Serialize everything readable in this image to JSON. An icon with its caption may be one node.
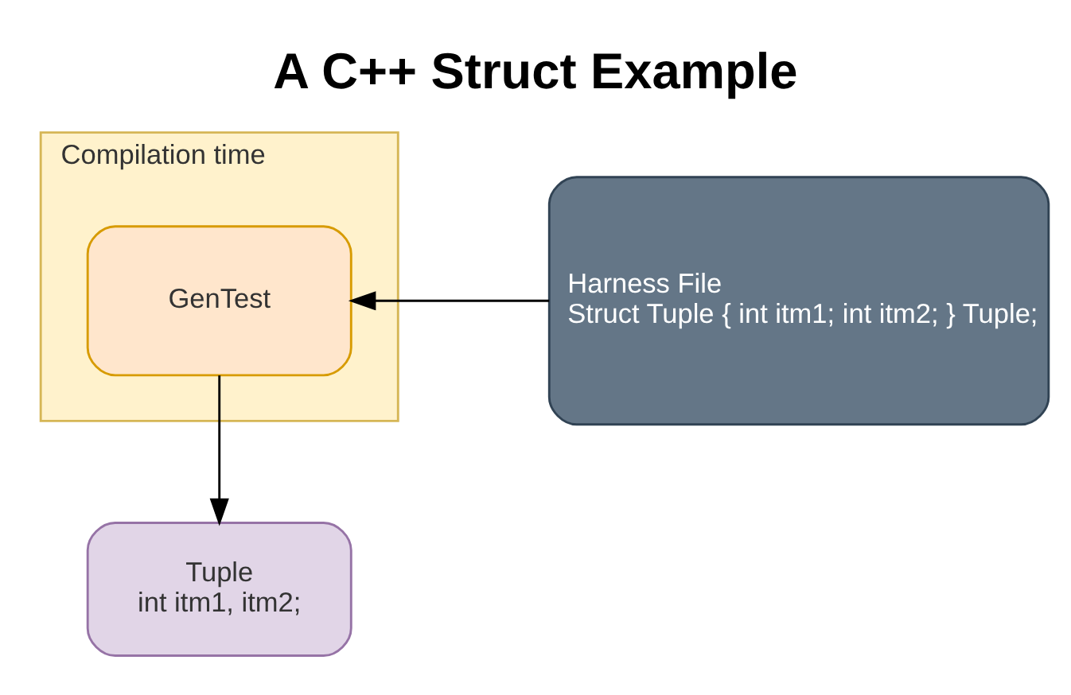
{
  "diagram": {
    "title": "A C++ Struct Example",
    "nodes": [
      {
        "text": [
          "Compilation time"
        ]
      },
      {
        "text": [
          "GenTest"
        ],
        "in": 0
      },
      {
        "text": [
          "Harness File",
          "Struct Tuple { int itm1; int itm2; } Tuple;"
        ]
      },
      {
        "text": [
          "Tuple",
          "int itm1, itm2;"
        ]
      }
    ],
    "edges": [
      {
        "from": 2,
        "to": 1,
        "arrow": "to"
      },
      {
        "from": 1,
        "to": 3,
        "arrow": "to"
      }
    ]
  }
}
